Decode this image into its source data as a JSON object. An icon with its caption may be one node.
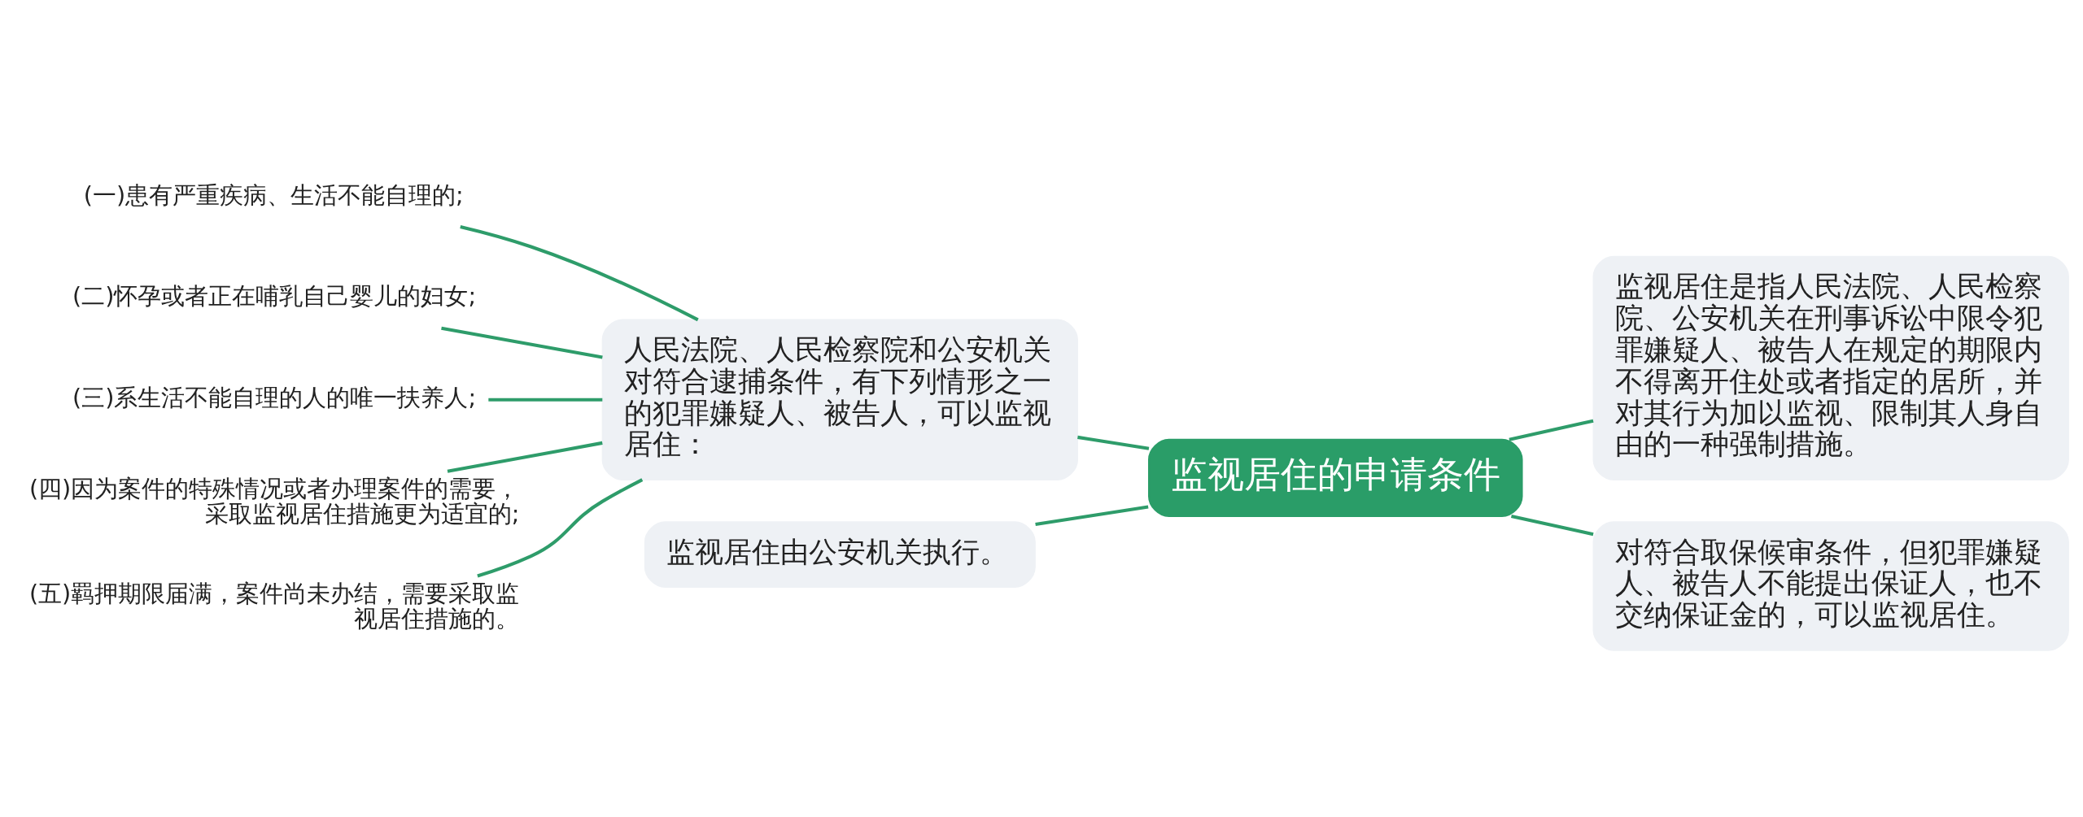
{
  "diagram": {
    "nodes": [
      {
        "text": [
          "监视居住的申请条件"
        ]
      },
      {
        "text": [
          "人民法院、人民检察院和公安机关对符合逮捕条件，有下列情形之一的犯罪嫌疑人、被告人，可以监视居住："
        ]
      },
      {
        "text": [
          "(一)患有严重疾病、生活不能自理的;"
        ]
      },
      {
        "text": [
          "(二)怀孕或者正在哺乳自己婴儿的妇女;"
        ]
      },
      {
        "text": [
          "(三)系生活不能自理的人的唯一扶养人;"
        ]
      },
      {
        "text": [
          "(四)因为案件的特殊情况或者办理案件的需要，采取监视居住措施更为适宜的;"
        ]
      },
      {
        "text": [
          "(五)羁押期限届满，案件尚未办结，需要采取监视居住措施的。"
        ]
      },
      {
        "text": [
          "监视居住由公安机关执行。"
        ]
      },
      {
        "text": [
          "监视居住是指人民法院、人民检察院、公安机关在刑事诉讼中限令犯罪嫌疑人、被告人在规定的期限内不得离开住处或者指定的居所，并对其行为加以监视、限制其人身自由的一种强制措施。"
        ]
      },
      {
        "text": [
          "对符合取保候审条件，但犯罪嫌疑人、被告人不能提出保证人，也不交纳保证金的，可以监视居住。"
        ]
      }
    ],
    "edges": [
      {
        "from": 0,
        "to": 1,
        "arrow": "none"
      },
      {
        "from": 1,
        "to": 2,
        "arrow": "none"
      },
      {
        "from": 1,
        "to": 3,
        "arrow": "none"
      },
      {
        "from": 1,
        "to": 4,
        "arrow": "none"
      },
      {
        "from": 1,
        "to": 5,
        "arrow": "none"
      },
      {
        "from": 1,
        "to": 6,
        "arrow": "none"
      },
      {
        "from": 0,
        "to": 7,
        "arrow": "none"
      },
      {
        "from": 0,
        "to": 8,
        "arrow": "none"
      },
      {
        "from": 0,
        "to": 9,
        "arrow": "none"
      }
    ]
  }
}
